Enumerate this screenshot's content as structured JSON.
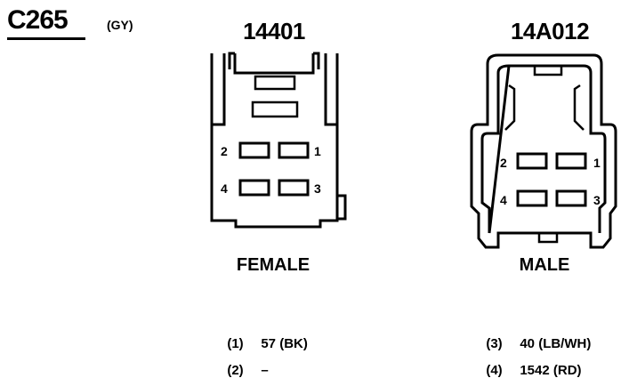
{
  "connector": {
    "id": "C265",
    "color": "(GY)"
  },
  "left": {
    "part_number": "14401",
    "gender": "FEMALE",
    "pins": {
      "p1": "1",
      "p2": "2",
      "p3": "3",
      "p4": "4"
    }
  },
  "right": {
    "part_number": "14A012",
    "gender": "MALE",
    "pins": {
      "p1": "1",
      "p2": "2",
      "p3": "3",
      "p4": "4"
    }
  },
  "wires": [
    {
      "pin": "(1)",
      "circuit": "57 (BK)"
    },
    {
      "pin": "(2)",
      "circuit": "–"
    },
    {
      "pin": "(3)",
      "circuit": "40 (LB/WH)"
    },
    {
      "pin": "(4)",
      "circuit": "1542 (RD)"
    }
  ]
}
